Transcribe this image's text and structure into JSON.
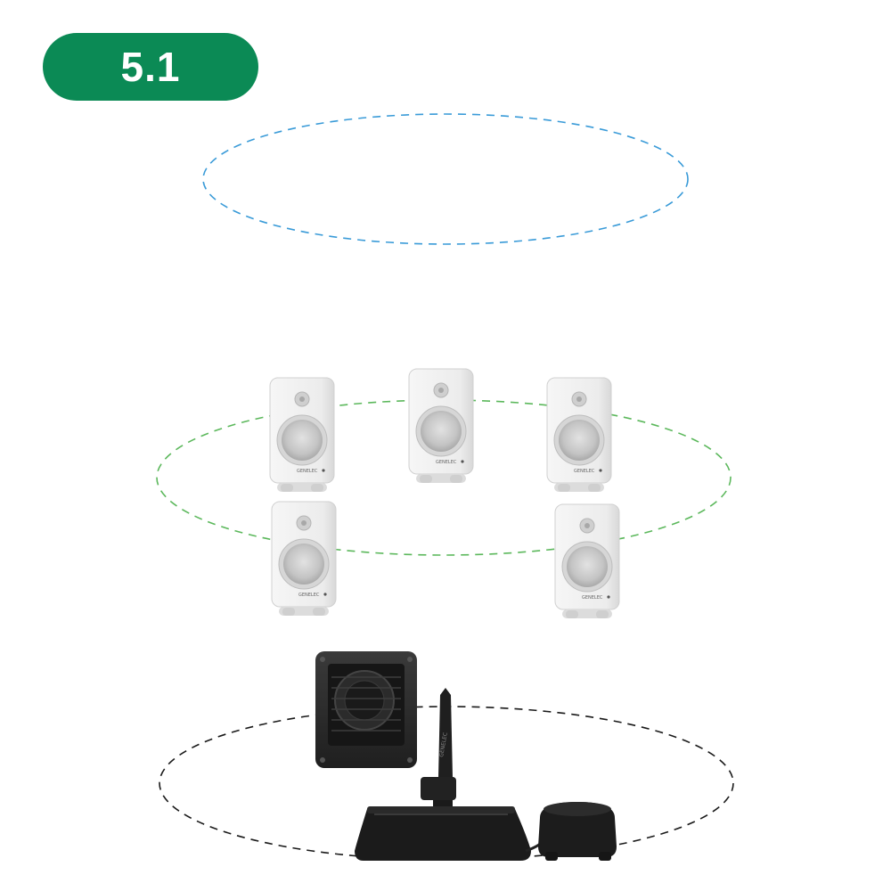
{
  "badge": {
    "label": "5.1",
    "color": "#0b8a55"
  },
  "layers": [
    {
      "name": "height-layer",
      "ring_color": "#3a9bd8",
      "speakers": 0
    },
    {
      "name": "ear-level-layer",
      "ring_color": "#5cb85c",
      "speakers": 5
    },
    {
      "name": "floor-layer",
      "ring_color": "#1a1a1a",
      "speakers": 0
    }
  ],
  "speaker_logo_text": "GENELEC",
  "colors": {
    "speaker_body": "#ececec",
    "speaker_woofer": "#c9c9c9",
    "subwoofer_body": "#2a2a2a",
    "device_body": "#1c1c1c"
  }
}
